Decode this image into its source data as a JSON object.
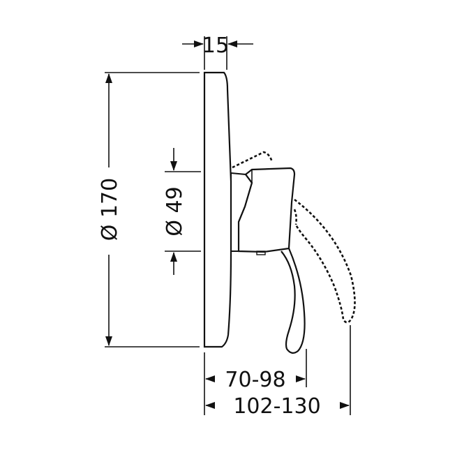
{
  "dimensions": {
    "plate_thickness": "15",
    "plate_diameter": "Ø 170",
    "body_diameter": "Ø 49",
    "depth_handle": "70-98",
    "depth_total": "102-130"
  },
  "colors": {
    "line": "#111111",
    "background": "#ffffff"
  }
}
